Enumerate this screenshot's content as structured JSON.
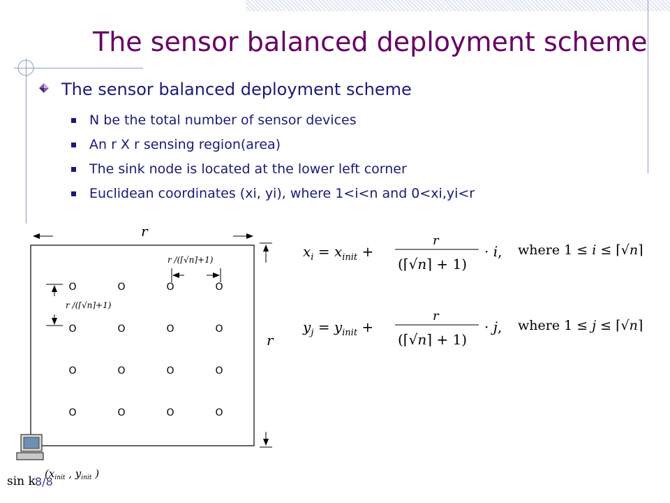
{
  "slide": {
    "title": "The sensor balanced deployment scheme",
    "heading": "The sensor balanced deployment scheme",
    "bullets": [
      "N be the total number of sensor devices",
      "An r X r sensing region(area)",
      "The sink node is located at the lower left corner",
      "Euclidean coordinates (xi, yi), where 1<i<n and 0<xi,yi<r"
    ],
    "page_number": "8/8"
  },
  "figure": {
    "r_label_top": "r",
    "r_label_right": "r",
    "spacing_label": "r /(⌈√n⌉+1)",
    "sink_label": "sin k",
    "origin_label": "(x_init , y_init)",
    "grid_rows": 4,
    "grid_cols": 4,
    "node_symbol": "O"
  },
  "equations": {
    "x_formula": "x_i = x_init + r / (⌈√n⌉ + 1) · i,   where 1 ≤ i ≤ ⌈√n⌉",
    "y_formula": "y_j = y_init + r / (⌈√n⌉ + 1) · j,   where 1 ≤ j ≤ ⌈√n⌉"
  },
  "colors": {
    "title": "#660066",
    "text": "#1a1a7a",
    "accent_lines": "#8b9fc9"
  },
  "icons": [
    "diamond-bullet-icon",
    "computer-icon"
  ]
}
